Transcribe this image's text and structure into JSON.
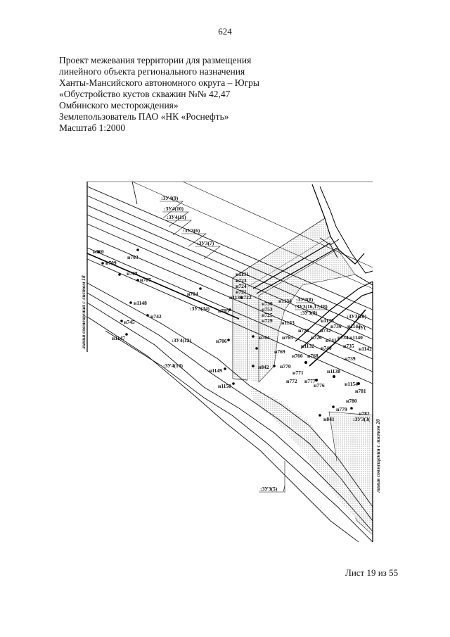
{
  "page_number": "624",
  "header": {
    "lines": [
      "Проект межевания территории для размещения",
      "линейного объекта регионального назначения",
      "Ханты-Мансийского автономного округа – Югры",
      "«Обустройство кустов скважин №№ 42,47",
      "Омбинского месторождения»",
      "Землепользователь ПАО «НК «Роснефть»",
      "Масштаб 1:2000"
    ]
  },
  "map": {
    "side_label_left": "линия совмещения с листом 18",
    "side_label_right": "линия совмещения с листом 20",
    "zone_labels": [
      ":ЗУ4(9)",
      ":ЗУ4(10)",
      ":ЗУ4(11)",
      ":ЗУ3(6)",
      ":ЗУ3(7)",
      ":ЗУ3(34)",
      ":ЗУ4(12)",
      ":ЗУ4(13)",
      ":ЗУ3(5)",
      ":ЗУ3(8)",
      ":ЗУ3(16,17,18)",
      ":ЗУ3(9)",
      ":ЗУ3(10)",
      ":ЗУ(",
      ":ЗУ3(3("
    ],
    "points": [
      "н710",
      "н709",
      "н703",
      "н708",
      "н707",
      "н1148",
      "н745",
      "н742",
      "н1147",
      "н704",
      "н1131",
      "н723",
      "н724",
      "н721",
      "н1130",
      "н722",
      "н705",
      "н706",
      "н1149",
      "н1150",
      "н730",
      "н753",
      "н725",
      "н729",
      "н1134",
      "н764",
      "н765",
      "н769",
      "н842",
      "н770",
      "н766",
      "н768",
      "н771",
      "н772",
      "н777",
      "н1133",
      "н1135",
      "н1132",
      "н728",
      "н732",
      "н726",
      "н741",
      "н736",
      "н740",
      "н1143",
      "н734",
      "н735",
      "н739",
      "н1140",
      "н1142",
      "н1138",
      "н1154",
      "н781",
      "н776",
      "н780",
      "н779",
      "н782",
      "н841"
    ]
  },
  "footer": {
    "sheet": "Лист 19 из 55"
  }
}
